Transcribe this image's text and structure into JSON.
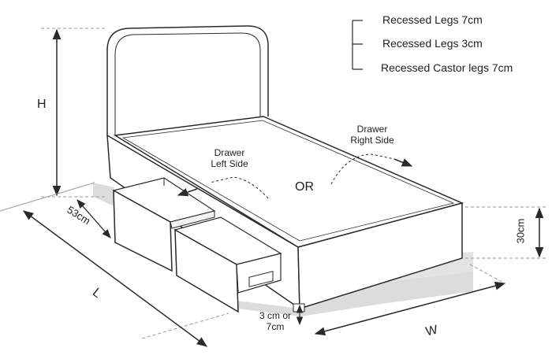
{
  "legs": {
    "option_1": "Recessed Legs 7cm",
    "option_2": "Recessed Legs 3cm",
    "option_3": "Recessed Castor legs 7cm"
  },
  "drawers": {
    "left_line1": "Drawer",
    "left_line2": "Left Side",
    "right_line1": "Drawer",
    "right_line2": "Right Side",
    "or": "OR"
  },
  "dimensions": {
    "height": "H",
    "length": "L",
    "width": "W",
    "drawer_depth": "53cm",
    "base_height": "30cm",
    "leg_line1": "3 cm or",
    "leg_line2": "7cm"
  },
  "colors": {
    "line": "#2a2a2a",
    "shadow": "#d9d9d9",
    "panel": "#ffffff"
  }
}
